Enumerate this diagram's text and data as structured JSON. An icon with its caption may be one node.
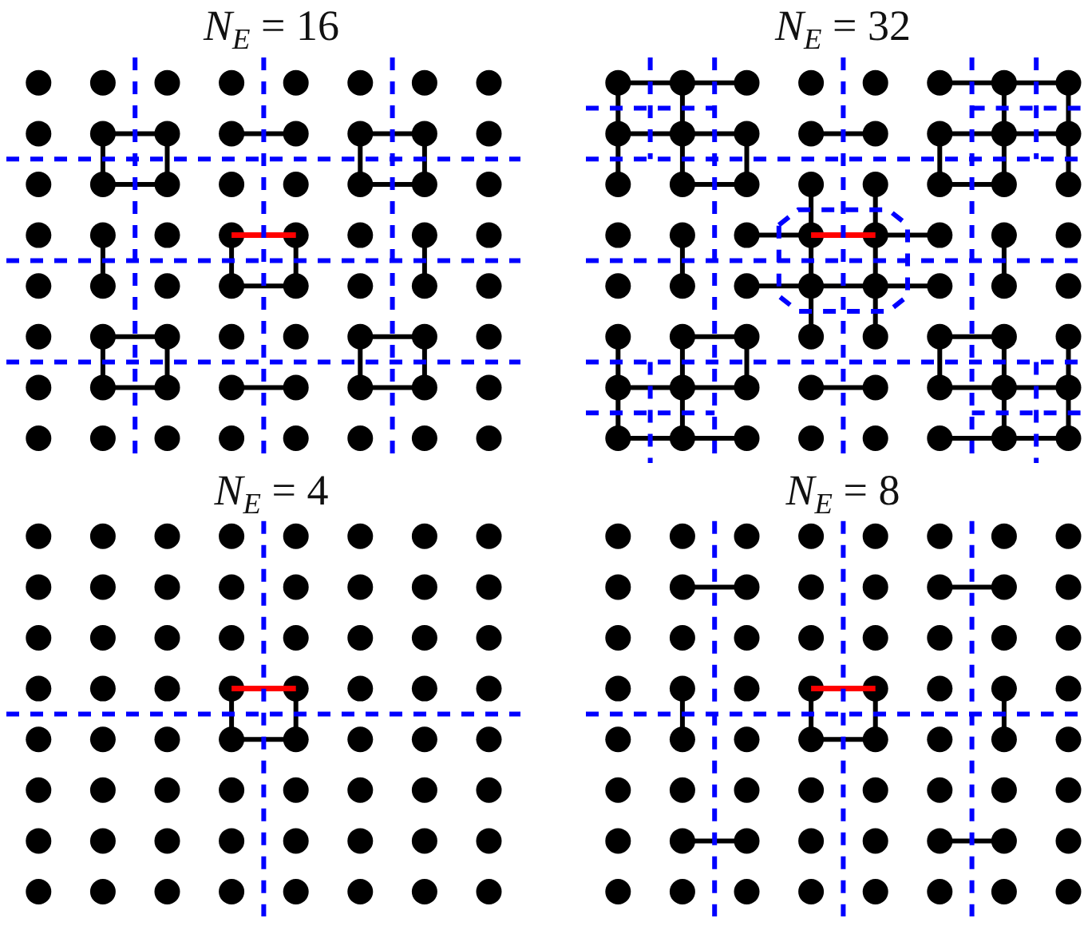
{
  "diagram": {
    "labels": [
      "*N*$_{E}$ = 16",
      "*N*$_{E}$ = 32",
      "*N*$_{E}$ = 4",
      "*N*$_{E}$ = 8"
    ]
  }
}
